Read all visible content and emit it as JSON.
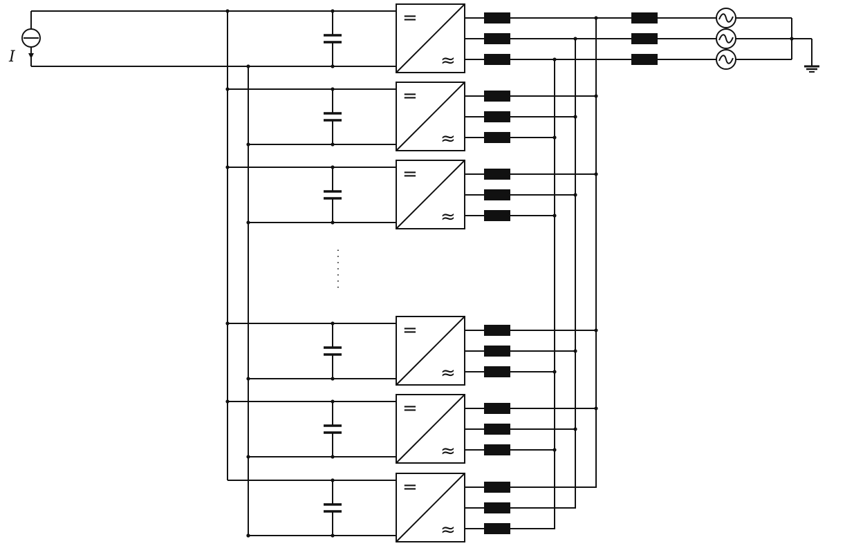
{
  "labels": {
    "source_label": "I",
    "dc_symbol": "=",
    "ac_symbol": "≈",
    "ellipsis": "· · · · · · ·"
  },
  "converters": {
    "shown_above_gap": 3,
    "shown_below_gap": 3
  },
  "grid_phases": 3,
  "colors": {
    "line": "#111111",
    "background": "#ffffff"
  },
  "icons": [
    "current-source-icon",
    "capacitor-icon",
    "inductor-icon",
    "ac-voltage-source-icon",
    "ground-icon"
  ]
}
